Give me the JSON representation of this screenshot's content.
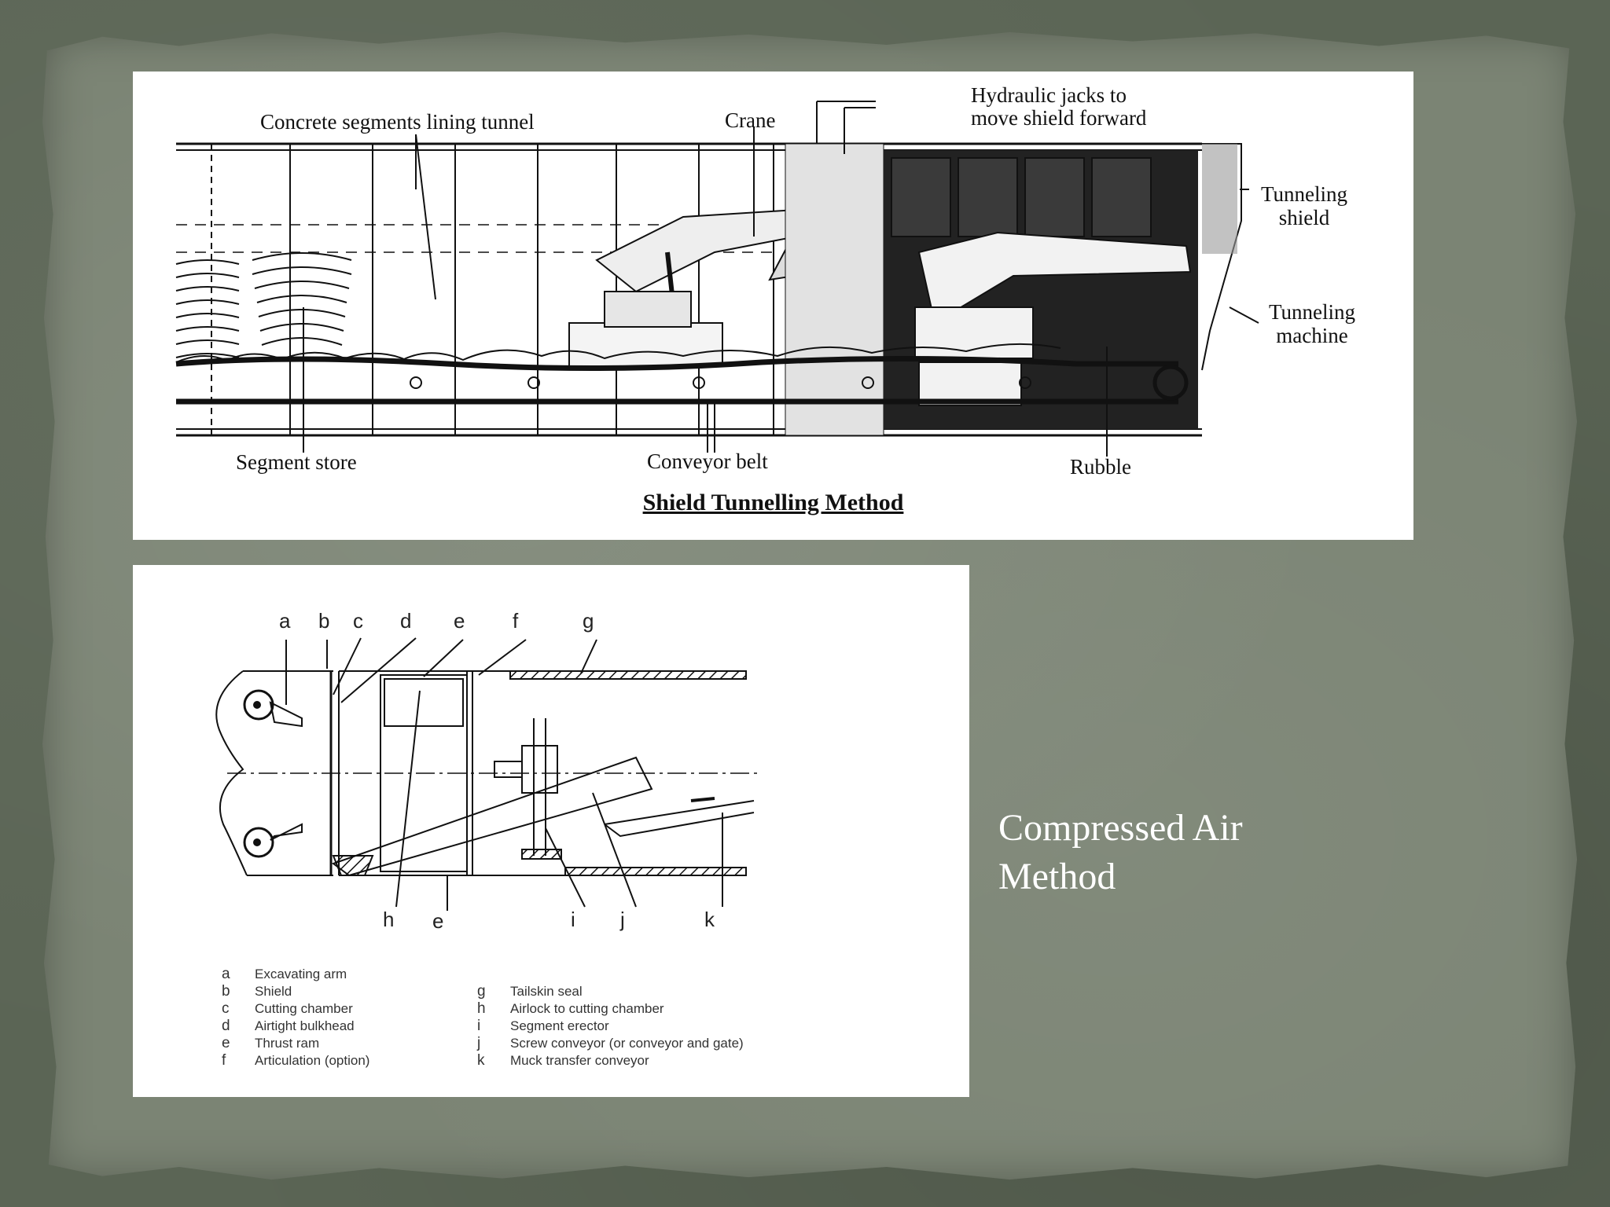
{
  "shield_diagram": {
    "title": "Shield Tunnelling Method",
    "labels": {
      "concrete_segments": "Concrete segments lining tunnel",
      "crane": "Crane",
      "hydraulic_jacks_line1": "Hydraulic jacks to",
      "hydraulic_jacks_line2": "move shield forward",
      "tunneling_shield_line1": "Tunneling",
      "tunneling_shield_line2": "shield",
      "tunneling_machine_line1": "Tunneling",
      "tunneling_machine_line2": "machine",
      "segment_store": "Segment store",
      "conveyor_belt": "Conveyor belt",
      "rubble": "Rubble"
    }
  },
  "air_diagram": {
    "top_letters": [
      "a",
      "b",
      "c",
      "d",
      "e",
      "f",
      "g"
    ],
    "bottom_letters": [
      "h",
      "e",
      "i",
      "j",
      "k"
    ],
    "legend_left": [
      {
        "key": "a",
        "text": "Excavating arm"
      },
      {
        "key": "b",
        "text": "Shield"
      },
      {
        "key": "c",
        "text": "Cutting chamber"
      },
      {
        "key": "d",
        "text": "Airtight bulkhead"
      },
      {
        "key": "e",
        "text": "Thrust ram"
      },
      {
        "key": "f",
        "text": "Articulation (option)"
      }
    ],
    "legend_right": [
      {
        "key": "g",
        "text": "Tailskin seal"
      },
      {
        "key": "h",
        "text": "Airlock to cutting chamber"
      },
      {
        "key": "i",
        "text": "Segment erector"
      },
      {
        "key": "j",
        "text": "Screw conveyor (or conveyor and gate)"
      },
      {
        "key": "k",
        "text": "Muck transfer conveyor"
      }
    ]
  },
  "caption": {
    "line1": "Compressed Air",
    "line2": "Method"
  }
}
